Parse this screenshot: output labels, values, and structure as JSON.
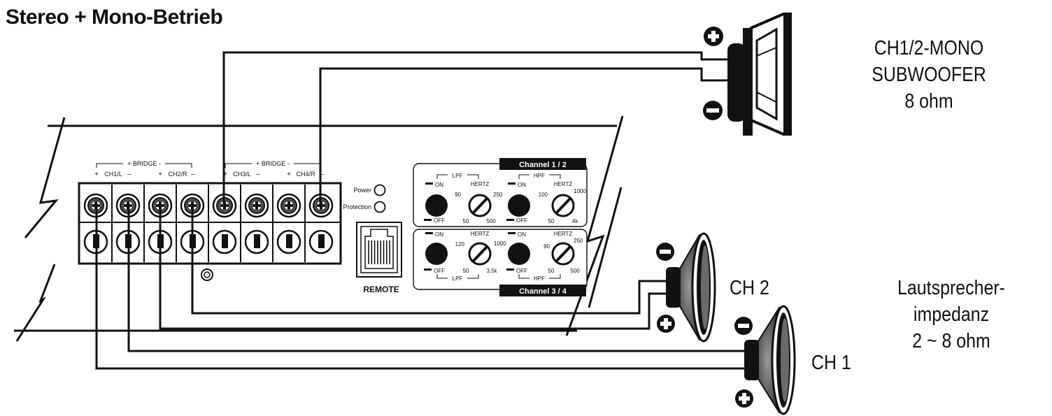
{
  "title": "Stereo + Mono-Betrieb",
  "subwoofer_label": {
    "line1": "CH1/2-MONO",
    "line2": "SUBWOOFER",
    "line3": "8 ohm"
  },
  "impedance_label": {
    "line1": "Lautsprecher-",
    "line2": "impedanz",
    "line3": "2 ~ 8 ohm"
  },
  "ch2_label": "CH 2",
  "ch1_label": "CH 1",
  "terminal_block": {
    "bridge_label": "+ BRIDGE -",
    "channels": [
      {
        "plus": "+",
        "name": "CH1/L",
        "minus": "–"
      },
      {
        "plus": "+",
        "name": "CH2/R",
        "minus": "–"
      },
      {
        "plus": "+",
        "name": "CH3/L",
        "minus": "–"
      },
      {
        "plus": "+",
        "name": "CH4/R",
        "minus": "–"
      }
    ]
  },
  "leds": {
    "power": "Power",
    "protection": "Protection"
  },
  "remote_label": "REMOTE",
  "panel_top": {
    "header": "Channel 1 / 2",
    "on": "ON",
    "off": "OFF",
    "lpf": "LPF",
    "hpf": "HPF",
    "hertz": "HERTZ",
    "lpf_dial": {
      "min": "50",
      "low": "90",
      "high": "250",
      "max": "500"
    },
    "hpf_dial": {
      "min": "50",
      "low": "100",
      "high": "1000",
      "max": "4k"
    }
  },
  "panel_bottom": {
    "header": "Channel 3 / 4",
    "on": "ON",
    "off": "OFF",
    "lpf": "LPF",
    "hpf": "HPF",
    "hertz": "HERTZ",
    "lpf_dial": {
      "min": "50",
      "low": "120",
      "high": "1000",
      "max": "3,5k"
    },
    "hpf_dial": {
      "min": "50",
      "low": "90",
      "high": "250",
      "max": "500"
    }
  }
}
